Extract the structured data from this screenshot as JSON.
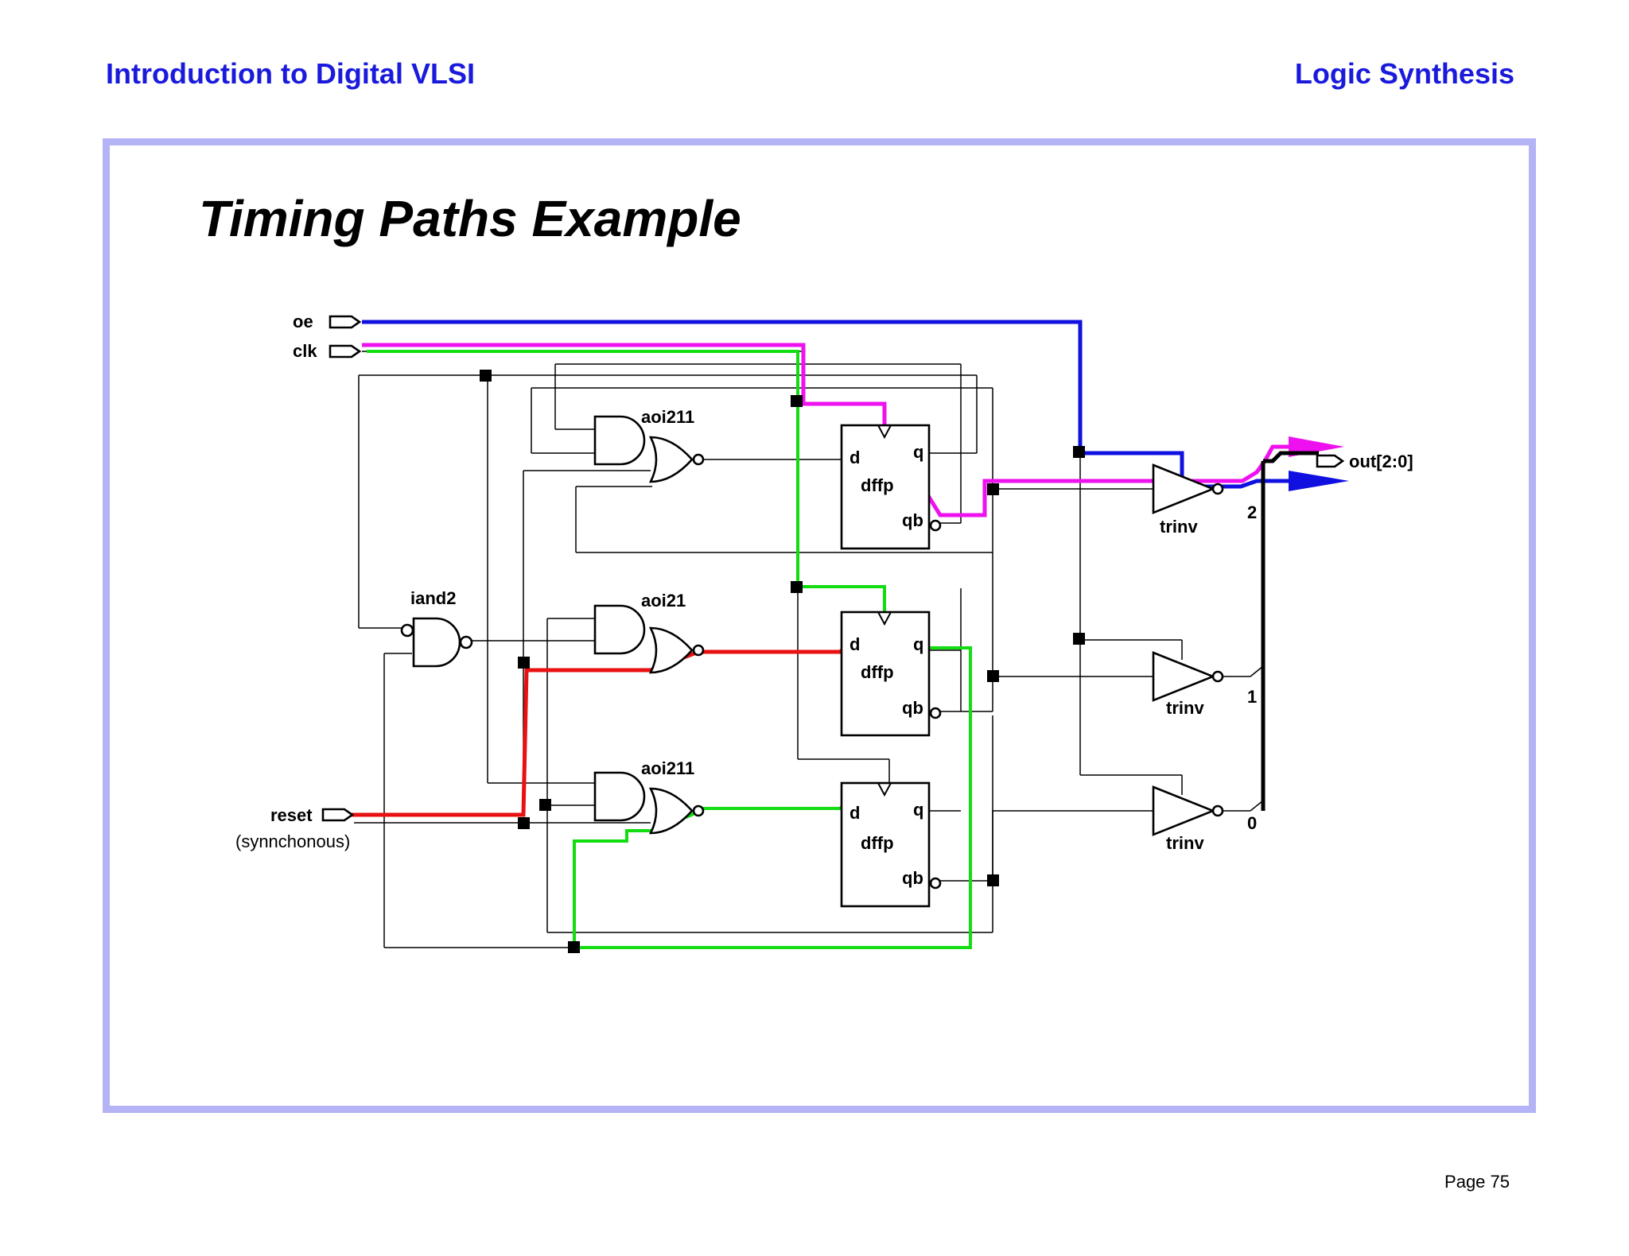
{
  "header": {
    "left_title": "Introduction to Digital VLSI",
    "right_title": "Logic Synthesis"
  },
  "slide": {
    "title": "Timing Paths Example",
    "page": "Page 75"
  },
  "ports": {
    "oe": "oe",
    "clk": "clk",
    "reset": "reset",
    "reset_note": "(synnchonous)",
    "out": "out[2:0]"
  },
  "cells": {
    "aoi211_top": "aoi211",
    "aoi21": "aoi21",
    "aoi211_bottom": "aoi211",
    "iand2": "iand2",
    "dffp": "dffp",
    "trinv": "trinv"
  },
  "pins": {
    "d": "d",
    "q": "q",
    "qb": "qb"
  },
  "bus_bits": [
    "2",
    "1",
    "0"
  ],
  "colors": {
    "header_text": "#1a1adc",
    "frame_border": "#b3b3f5",
    "path_oe": "#1010e0",
    "path_clk": "#ee10ee",
    "path_clk_to_d": "#11dd11",
    "path_reset": "#e81010",
    "bus": "#000000"
  }
}
